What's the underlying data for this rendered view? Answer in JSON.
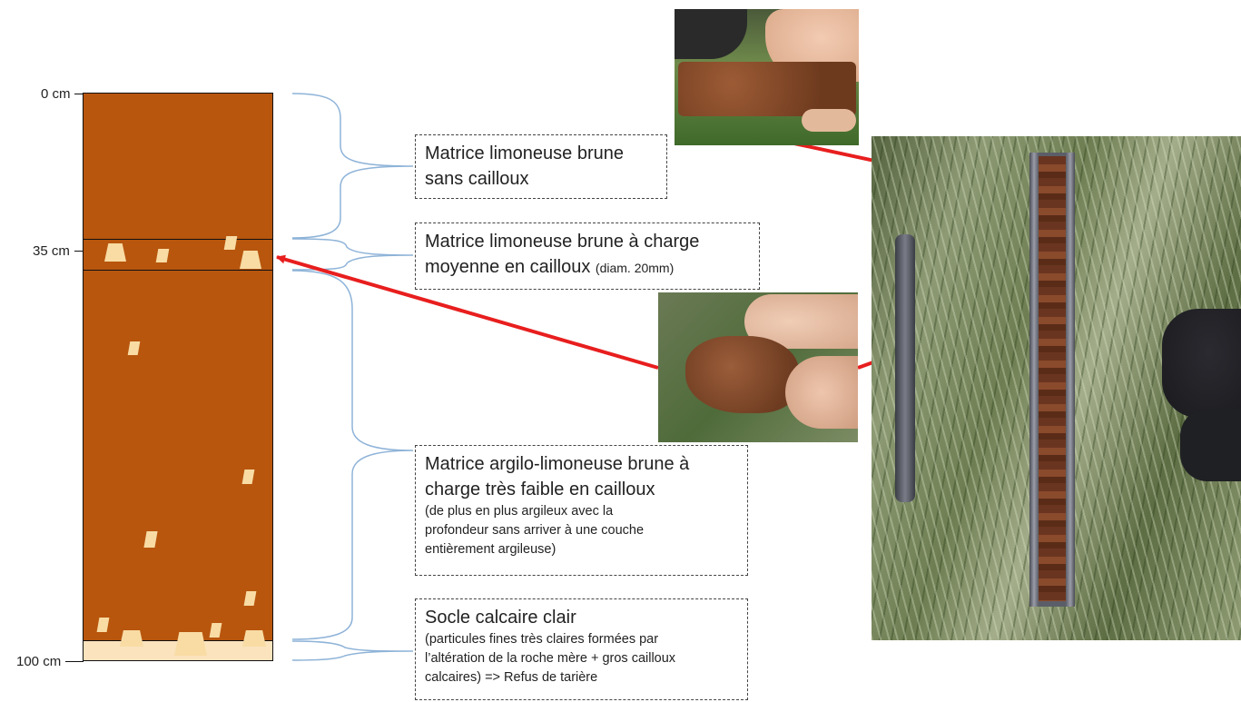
{
  "depth_labels": {
    "top": "0 cm",
    "mid": "35 cm",
    "bottom": "100 cm"
  },
  "layers": [
    {
      "color": "#b8560e",
      "description_main": "Matrice limoneuse brune",
      "description_line2": "sans cailloux"
    },
    {
      "color": "#b8560e",
      "description_main": "Matrice limoneuse brune à charge",
      "description_line2": "moyenne en cailloux",
      "note": "(diam. 20mm)"
    },
    {
      "color": "#b8560e",
      "description_main": "Matrice argilo-limoneuse brune à",
      "description_line2": "charge très faible en cailloux",
      "note_lines": [
        "(de plus en plus argileux avec la",
        "profondeur sans arriver à une couche",
        "entièrement argileuse)"
      ]
    },
    {
      "color": "#fbe3bd",
      "description_main": "Socle calcaire clair",
      "note_lines": [
        "(particules fines très claires formées par",
        "l’altération de la roche mère + gros cailloux",
        "calcaires) => Refus de tarière"
      ]
    }
  ],
  "colors": {
    "soil": "#b8560e",
    "stone": "#f8dca4",
    "bedrock": "#fbe3bd",
    "brace": "#8eb3d8",
    "arrow": "#e81e1e"
  },
  "photos": [
    "soil-sample-top-photo",
    "soil-sample-middle-photo",
    "auger-core-photo"
  ]
}
